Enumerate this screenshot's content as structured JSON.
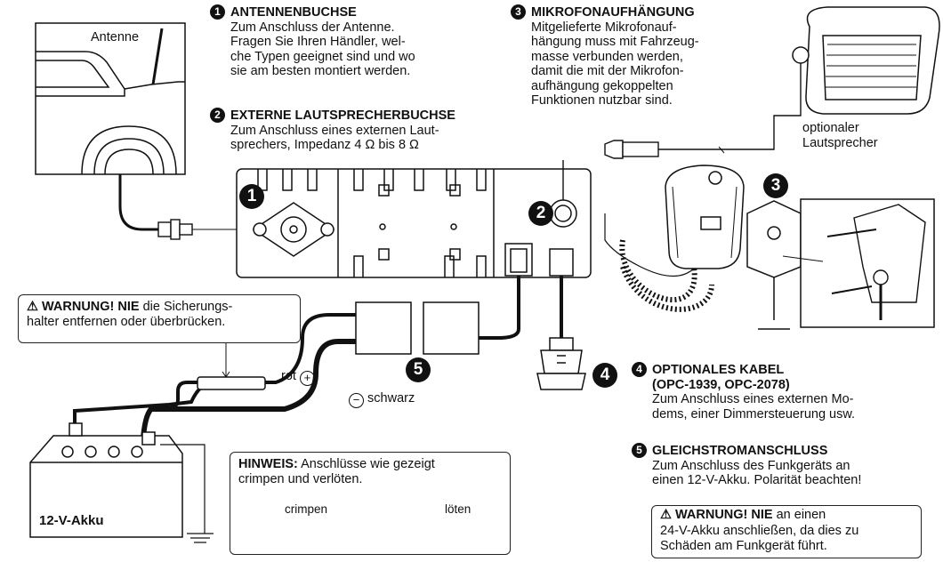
{
  "callouts": {
    "c1": {
      "number": "1",
      "heading": "ANTENNENBUCHSE",
      "lines": [
        "Zum Anschluss der Antenne.",
        "Fragen Sie Ihren Händler, wel-",
        "che Typen geeignet sind und wo",
        "sie am besten montiert werden."
      ]
    },
    "c2": {
      "number": "2",
      "heading": "EXTERNE LAUTSPRECHERBUCHSE",
      "lines": [
        "Zum Anschluss eines externen Laut-",
        "sprechers, Impedanz 4 Ω bis 8 Ω"
      ]
    },
    "c3": {
      "number": "3",
      "heading": "MIKROFONAUFHÄNGUNG",
      "lines": [
        "Mitgelieferte Mikrofonauf-",
        "hängung muss mit Fahrzeug-",
        "masse verbunden werden,",
        "damit die mit der Mikrofon-",
        "aufhängung gekoppelten",
        "Funktionen nutzbar sind."
      ]
    },
    "c4": {
      "number": "4",
      "heading_lines": [
        "OPTIONALES KABEL",
        "(OPC-1939, OPC-2078)"
      ],
      "lines": [
        "Zum Anschluss eines externen Mo-",
        "dems, einer Dimmersteuerung usw."
      ]
    },
    "c5": {
      "number": "5",
      "heading": "GLEICHSTROMANSCHLUSS",
      "lines": [
        "Zum Anschluss des Funkgeräts an",
        "einen 12-V-Akku. Polarität beachten!"
      ]
    }
  },
  "labels": {
    "antenna": "Antenne",
    "speaker_line1": "optionaler",
    "speaker_line2": "Lautsprecher",
    "red": "rot",
    "black": "schwarz",
    "battery": "12-V-Akku",
    "crimp": "crimpen",
    "solder": "löten"
  },
  "markers": {
    "m1": "1",
    "m2": "2",
    "m3": "3",
    "m4": "4",
    "m5": "5"
  },
  "warning_fuse": {
    "bold": "⚠ WARNUNG! NIE",
    "text1": " die Sicherungs-",
    "line2": "halter entfernen oder überbrücken."
  },
  "note": {
    "bold": "HINWEIS:",
    "text1": " Anschlüsse wie gezeigt",
    "line2": "crimpen und verlöten."
  },
  "warning_24v": {
    "bold": "⚠ WARNUNG! NIE",
    "text1": " an einen",
    "line2": "24-V-Akku anschließen, da dies zu",
    "line3": "Schäden am Funkgerät führt."
  }
}
